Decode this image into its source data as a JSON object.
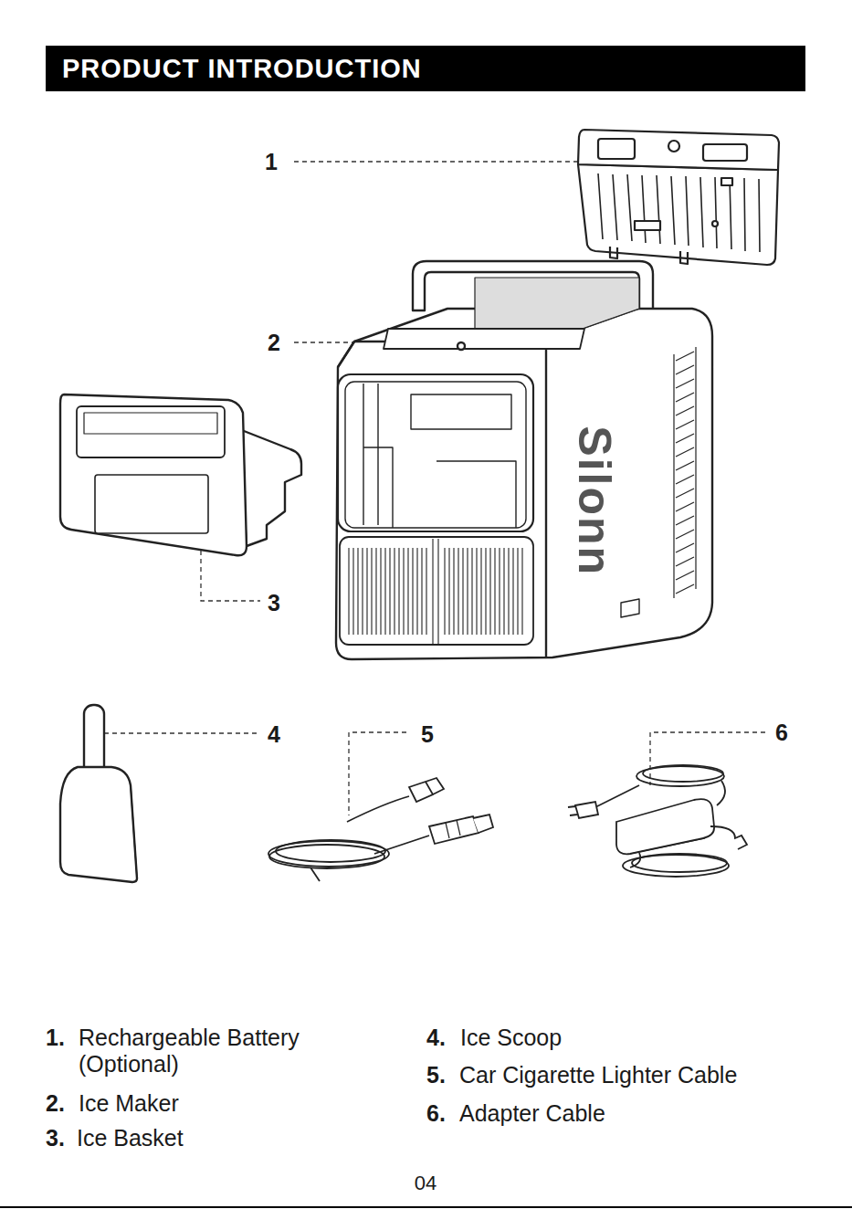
{
  "diagram": {
    "title": "PRODUCT INTRODUCTION",
    "labels": [
      "1",
      "2",
      "Silonn",
      "3",
      "4",
      "5",
      "6",
      "1.",
      "Rechargeable Battery (Optional)",
      "2.",
      "Ice Maker",
      "3.",
      "Ice Basket",
      "4.",
      "Ice Scoop",
      "5.",
      "Car Cigarette Lighter Cable",
      "6.",
      "Adapter Cable",
      "04"
    ]
  }
}
